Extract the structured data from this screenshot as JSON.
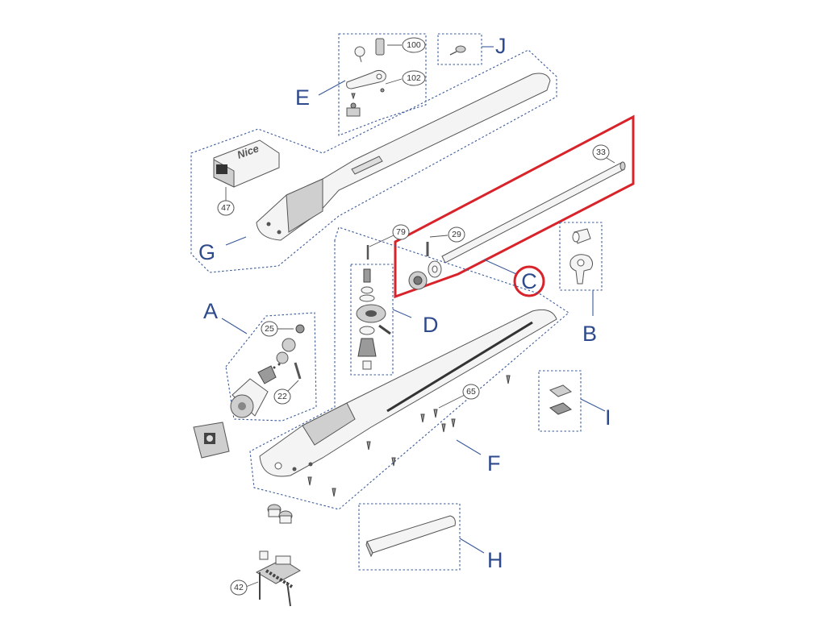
{
  "diagram": {
    "group_letters": {
      "A": "A",
      "B": "B",
      "C": "C",
      "D": "D",
      "E": "E",
      "F": "F",
      "G": "G",
      "H": "H",
      "I": "I",
      "J": "J"
    },
    "part_numbers": {
      "p100": "100",
      "p102": "102",
      "p33": "33",
      "p29": "29",
      "p79": "79",
      "p47": "47",
      "p25": "25",
      "p22": "22",
      "p65": "65",
      "p42": "42"
    },
    "cover_logo": "Nice",
    "highlighted_group": "C",
    "colors": {
      "group_outline": "#3a5a9a",
      "letter": "#2e4a8c",
      "highlight": "#d8232a"
    }
  }
}
